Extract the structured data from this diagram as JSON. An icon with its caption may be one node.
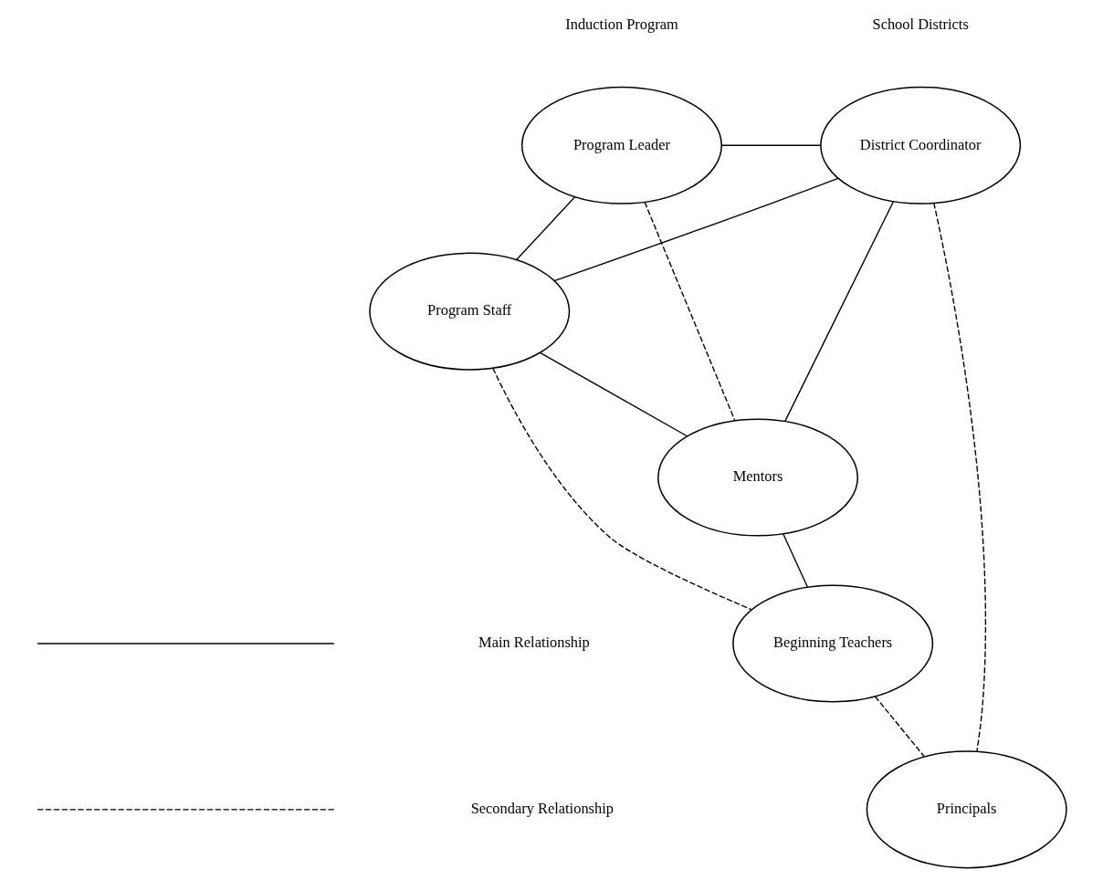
{
  "diagram": {
    "nodes": [
      {
        "text": [
          "Program Leader"
        ]
      },
      {
        "text": [
          "Program Staff"
        ]
      },
      {
        "text": [
          "District Coordinator"
        ]
      },
      {
        "text": [
          "Mentors"
        ]
      },
      {
        "text": [
          "Beginning Teachers"
        ]
      },
      {
        "text": [
          "Principals"
        ]
      }
    ],
    "edges": [
      {
        "from": 0,
        "to": 2,
        "arrow": "none"
      },
      {
        "from": 0,
        "to": 3,
        "arrow": "none",
        "style": "dashed"
      },
      {
        "from": 0,
        "to": 1,
        "arrow": "none"
      },
      {
        "from": 1,
        "to": 2,
        "arrow": "none"
      },
      {
        "from": 2,
        "to": 3,
        "arrow": "none"
      },
      {
        "from": 1,
        "to": 3,
        "arrow": "none"
      },
      {
        "from": 3,
        "to": 4,
        "arrow": "none"
      },
      {
        "from": 1,
        "to": 4,
        "arrow": "none",
        "style": "dashed"
      },
      {
        "from": 2,
        "to": 5,
        "arrow": "none",
        "style": "dashed"
      },
      {
        "from": 4,
        "to": 5,
        "arrow": "none",
        "style": "dashed"
      }
    ],
    "labels": [
      "Induction Program",
      "School Districts"
    ],
    "legend": [
      {
        "text": "Main Relationship"
      },
      {
        "text": "Secondary Relationship"
      }
    ]
  }
}
